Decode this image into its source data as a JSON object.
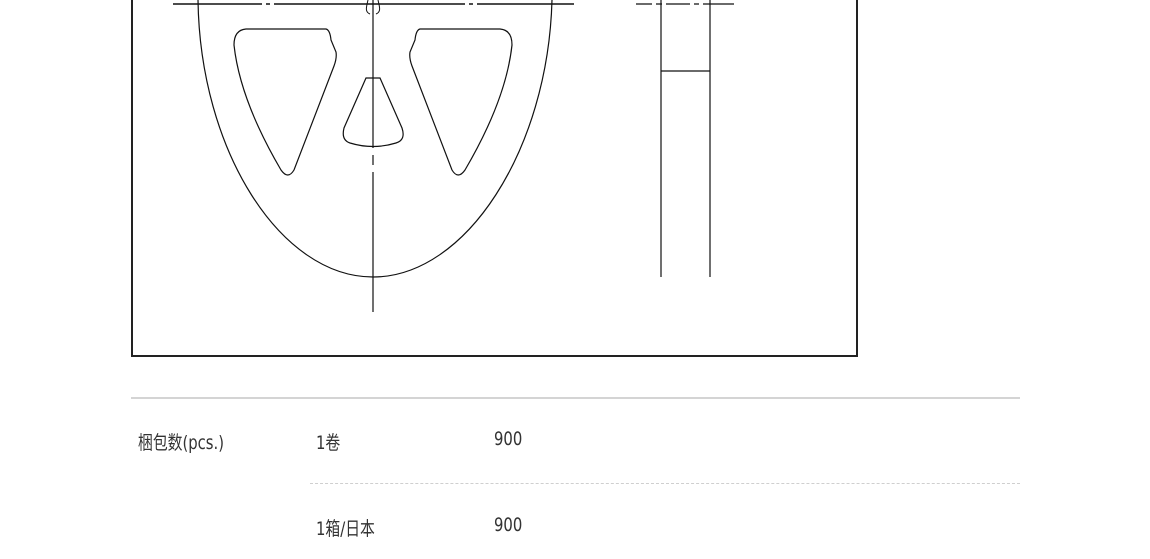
{
  "packing": {
    "label": "梱包数(pcs.)",
    "rows": [
      {
        "unit": "1卷",
        "qty": "900"
      },
      {
        "unit": "1箱/日本",
        "qty": "900"
      }
    ]
  }
}
